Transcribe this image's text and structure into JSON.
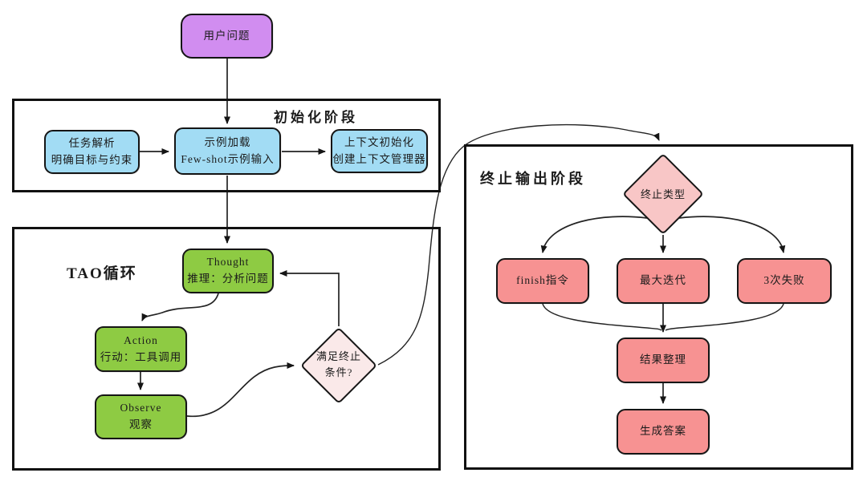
{
  "colors": {
    "user_question_fill": "#d18df0",
    "init_node_fill": "#a2dcf4",
    "tao_node_fill": "#8ecb43",
    "condition_diamond_fill": "#fae9e9",
    "type_diamond_fill": "#f8c6c6",
    "terminate_node_fill": "#f79292",
    "border": "#151515"
  },
  "start": {
    "user_question": "用户问题"
  },
  "init_stage": {
    "title": "初始化阶段",
    "nodes": [
      {
        "line1": "任务解析",
        "line2": "明确目标与约束"
      },
      {
        "line1": "示例加载",
        "line2": "Few-shot示例输入"
      },
      {
        "line1": "上下文初始化",
        "line2": "创建上下文管理器"
      }
    ]
  },
  "tao_stage": {
    "title": "TAO循环",
    "thought": {
      "line1": "Thought",
      "line2": "推理：分析问题"
    },
    "action": {
      "line1": "Action",
      "line2": "行动：工具调用"
    },
    "observe": {
      "line1": "Observe",
      "line2": "观察"
    },
    "condition": {
      "line1": "满足终止",
      "line2": "条件?"
    }
  },
  "terminate_stage": {
    "title": "终止输出阶段",
    "type_diamond": "终止类型",
    "branches": [
      "finish指令",
      "最大迭代",
      "3次失败"
    ],
    "result": "结果整理",
    "answer": "生成答案"
  }
}
